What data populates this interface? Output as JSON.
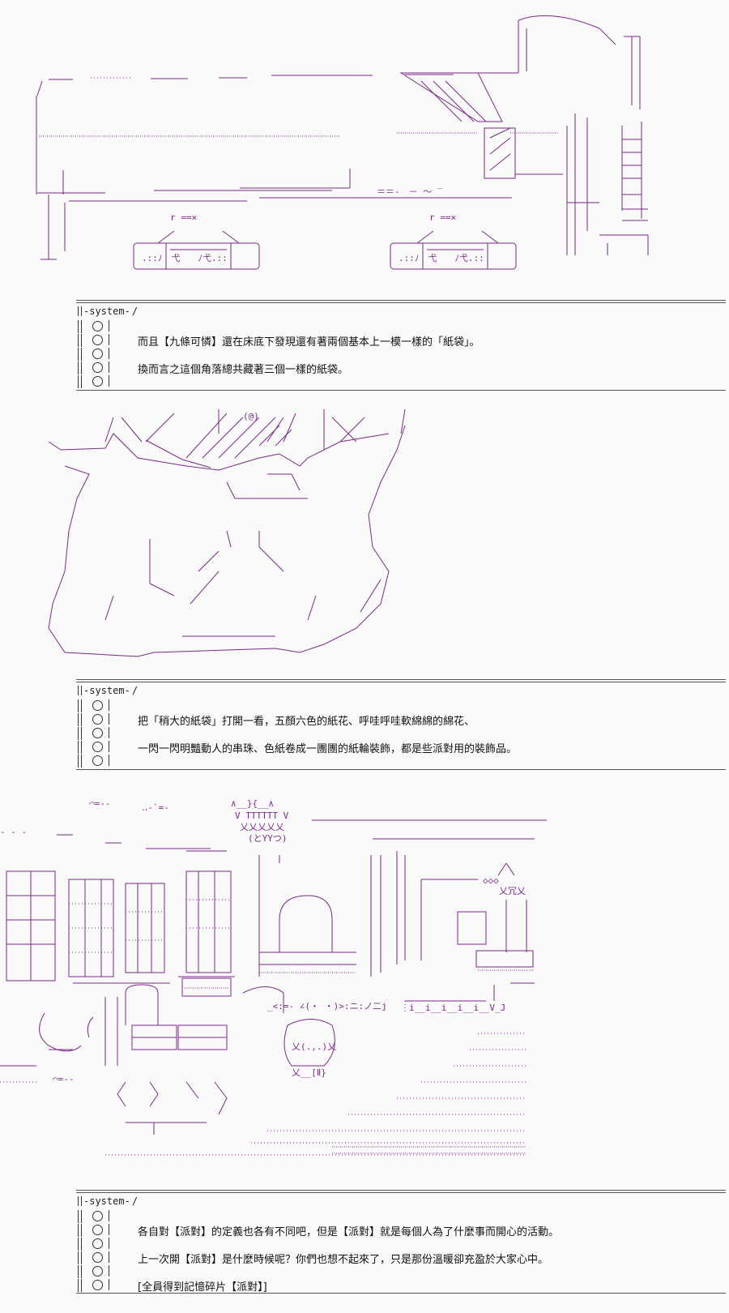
{
  "panels": [
    {
      "tab_label": "system",
      "lines": [
        "而且【九條可憐】還在床底下發現還有著兩個基本上一模一樣的「紙袋」。",
        "換而言之這個角落總共藏著三個一樣的紙袋。"
      ]
    },
    {
      "tab_label": "system",
      "lines": [
        "把「稍大的紙袋」打開一看，五顏六色的紙花、呼哇呼哇軟綿綿的綿花、",
        "一閃一閃明豔動人的串珠、色紙卷成一團團的紙輪裝飾，都是些派對用的裝飾品。"
      ]
    },
    {
      "tab_label": "system",
      "lines": [
        "各自對【派對】的定義也各有不同吧，但是【派對】就是每個人為了什麼事而開心的活動。",
        "上一次開【派對】是什麼時候呢？你們也想不起來了，只是那份溫暖卻充盈於大家心中。",
        "[全員得到記憶碎片【派對】]"
      ]
    }
  ],
  "art": {
    "bag_face": "(@)",
    "party_banner_top": "V TTTTTT V",
    "party_banner_mid": "乂乂乂乂乂",
    "party_banner_face": "(とYYつ)",
    "lamp_text": "◇◇◇",
    "lamp_base": "乂冗乂"
  }
}
